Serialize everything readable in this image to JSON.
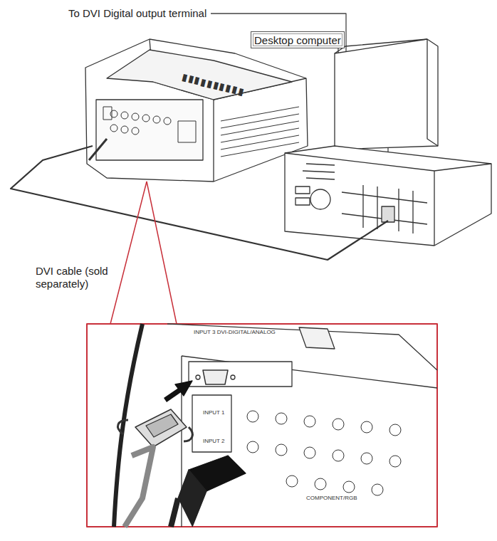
{
  "diagram": {
    "nodes": [
      {
        "text": [
          "Desktop computer"
        ]
      }
    ],
    "labels": [
      "To DVI Digital output terminal",
      "DVI cable (sold separately)",
      "INPUT 3 DVI-DIGITAL/ANALOG",
      "INPUT 1",
      "INPUT 2",
      "COMPONENT/RGB"
    ]
  }
}
